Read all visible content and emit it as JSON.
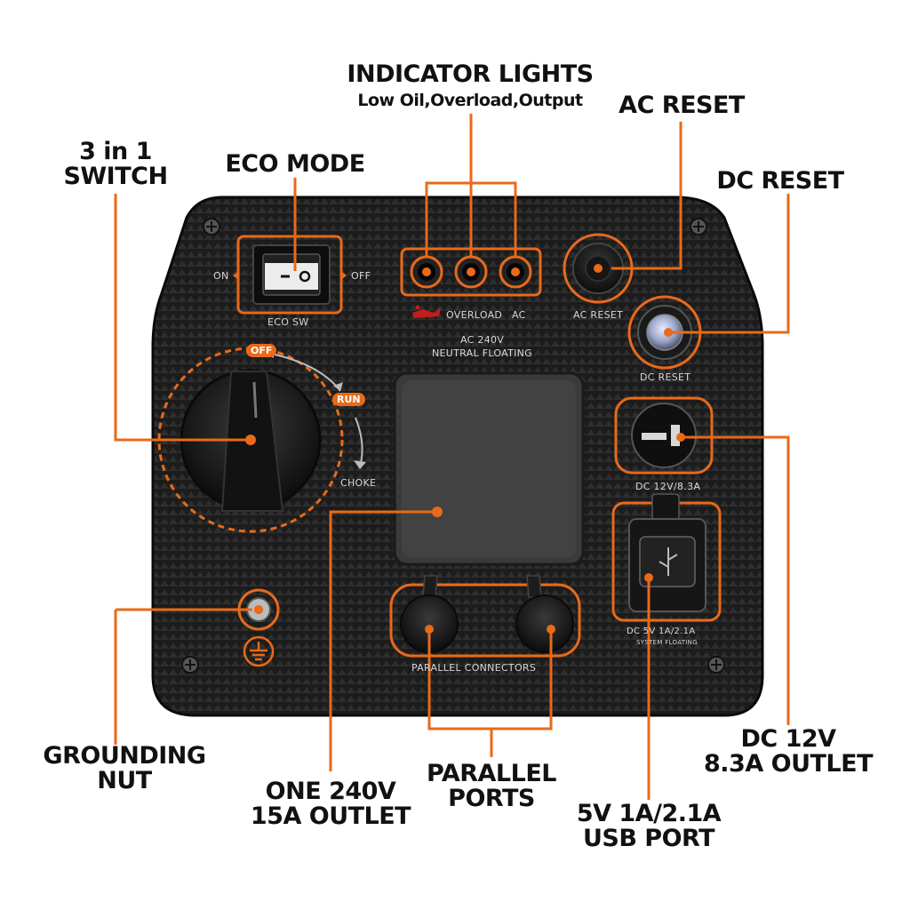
{
  "callouts": {
    "indicator_lights_title": "INDICATOR LIGHTS",
    "indicator_lights_sub": "Low Oil,Overload,Output",
    "ac_reset": "AC RESET",
    "eco_mode": "ECO MODE",
    "three_in_one_line1": "3 in 1",
    "three_in_one_line2": "SWITCH",
    "dc_reset": "DC RESET",
    "grounding_line1": "GROUNDING",
    "grounding_line2": "NUT",
    "outlet240_line1": "ONE 240V",
    "outlet240_line2": "15A OUTLET",
    "parallel_line1": "PARALLEL",
    "parallel_line2": "PORTS",
    "usb_line1": "5V 1A/2.1A",
    "usb_line2": "USB PORT",
    "dc12_line1": "DC 12V",
    "dc12_line2": "8.3A OUTLET"
  },
  "panel_labels": {
    "on": "ON",
    "off_switch": "OFF",
    "eco_sw": "ECO SW",
    "overload": "OVERLOAD",
    "ac": "AC",
    "ac_reset": "AC RESET",
    "ac240": "AC 240V",
    "neutral_floating": "NEUTRAL FLOATING",
    "dc_reset": "DC RESET",
    "dial_off": "OFF",
    "dial_run": "RUN",
    "choke": "CHOKE",
    "dc12": "DC 12V/8.3A",
    "usb_rating": "DC 5V 1A/2.1A",
    "system_floating": "SYSTEM FLOATING",
    "parallel_connectors": "PARALLEL CONNECTORS"
  },
  "colors": {
    "accent": "#e86a1a",
    "panel": "#1e1e1e",
    "text": "#111111"
  },
  "icons": [
    "ground-symbol-icon",
    "oil-can-icon",
    "usb-icon",
    "screw-icon"
  ]
}
